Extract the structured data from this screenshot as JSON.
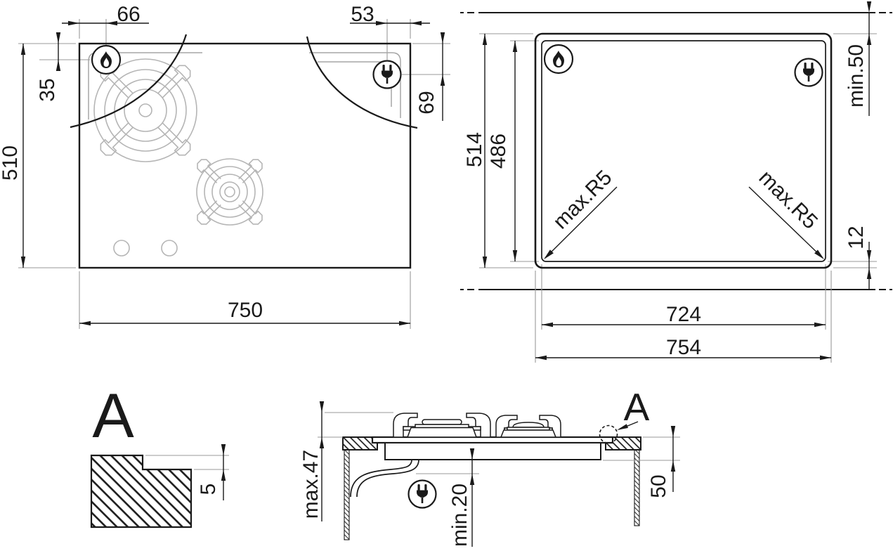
{
  "labels": {
    "left_view": {
      "width": "750",
      "height": "510",
      "burner_offset_x": "66",
      "burner_offset_y": "35",
      "plug_offset_x": "53",
      "plug_offset_y": "69"
    },
    "right_view": {
      "outer_height": "514",
      "inner_height": "486",
      "inner_width": "724",
      "outer_width": "754",
      "rear_clearance": "min.50",
      "bottom_offset": "12",
      "corner_radius_left": "max.R5",
      "corner_radius_right": "max.R5"
    },
    "section_view": {
      "height_above": "max.47",
      "clearance_below": "min.20",
      "side_depth": "50",
      "detail_callout": "A"
    },
    "detail_view": {
      "title": "A",
      "step_depth": "5"
    }
  },
  "icons": {
    "flame": "gas-burner",
    "plug": "electric-connection"
  },
  "colors": {
    "line": "#1a1a1a",
    "extension": "#999999",
    "burner": "#b5b5b5",
    "background": "#ffffff"
  }
}
